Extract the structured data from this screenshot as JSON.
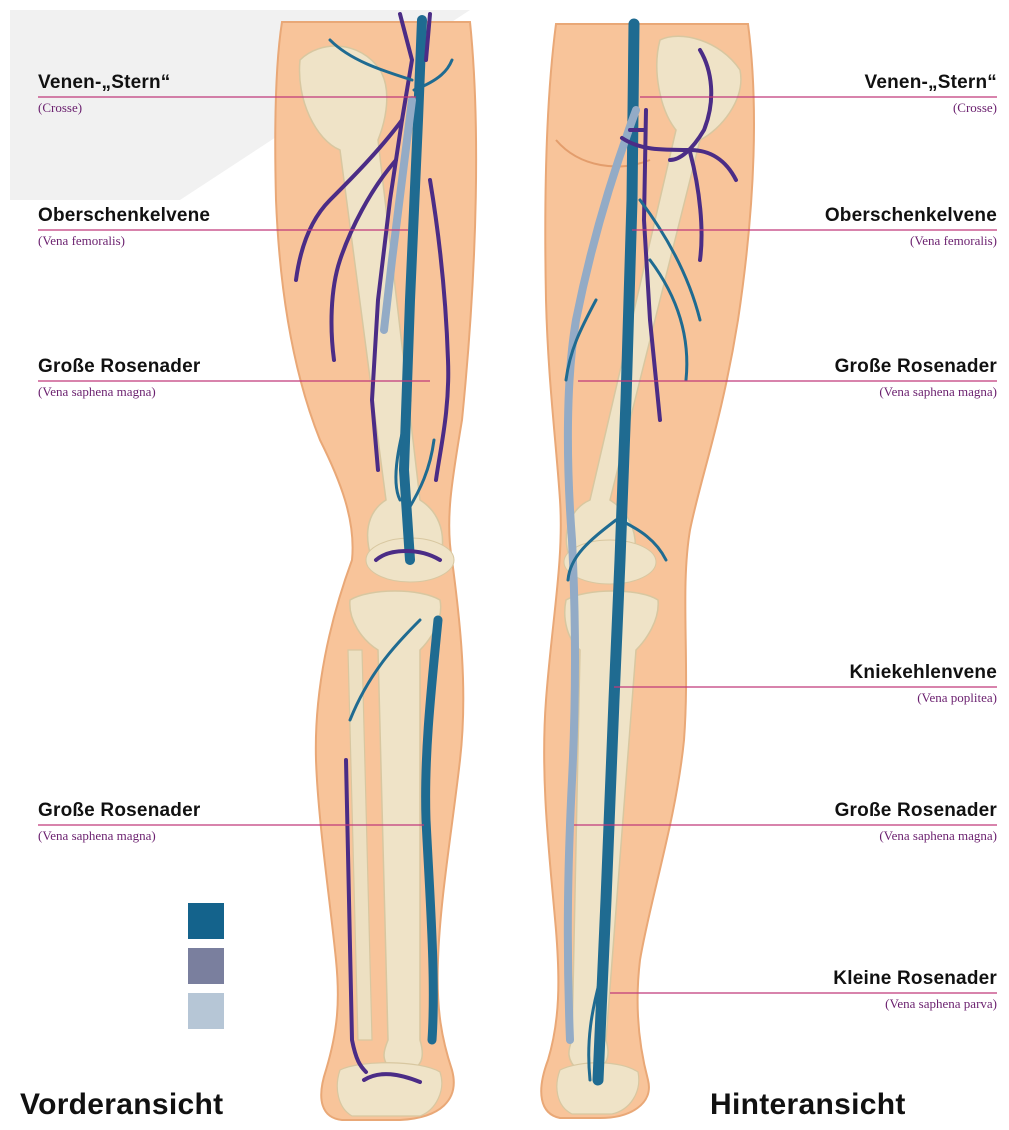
{
  "colors": {
    "skin": "#f8c49a",
    "skin_shade": "#f3b486",
    "bone": "#efe3c7",
    "bone_edge": "#d8c7a0",
    "deep_vein": "#1f6b91",
    "superficial_vein": "#4b2c86",
    "pale_vein": "#93abc6",
    "leader": "#c0397b",
    "label_sub": "#6a1f6e"
  },
  "legend": {
    "swatches": [
      {
        "color": "#14638c"
      },
      {
        "color": "#7a7f9e"
      },
      {
        "color": "#b6c6d6"
      }
    ]
  },
  "views": {
    "front": "Vorderansicht",
    "back": "Hinteransicht"
  },
  "left_labels": [
    {
      "main": "Venen-„Stern“",
      "sub": "(Crosse)"
    },
    {
      "main": "Oberschenkelvene",
      "sub": "(Vena femoralis)"
    },
    {
      "main": "Große Rosenader",
      "sub": "(Vena saphena magna)"
    },
    {
      "main": "Große Rosenader",
      "sub": "(Vena saphena magna)"
    }
  ],
  "right_labels": [
    {
      "main": "Venen-„Stern“",
      "sub": "(Crosse)"
    },
    {
      "main": "Oberschenkelvene",
      "sub": "(Vena femoralis)"
    },
    {
      "main": "Große Rosenader",
      "sub": "(Vena saphena magna)"
    },
    {
      "main": "Kniekehlenvene",
      "sub": "(Vena poplitea)"
    },
    {
      "main": "Große Rosenader",
      "sub": "(Vena saphena magna)"
    },
    {
      "main": "Kleine Rosenader",
      "sub": "(Vena saphena parva)"
    }
  ]
}
